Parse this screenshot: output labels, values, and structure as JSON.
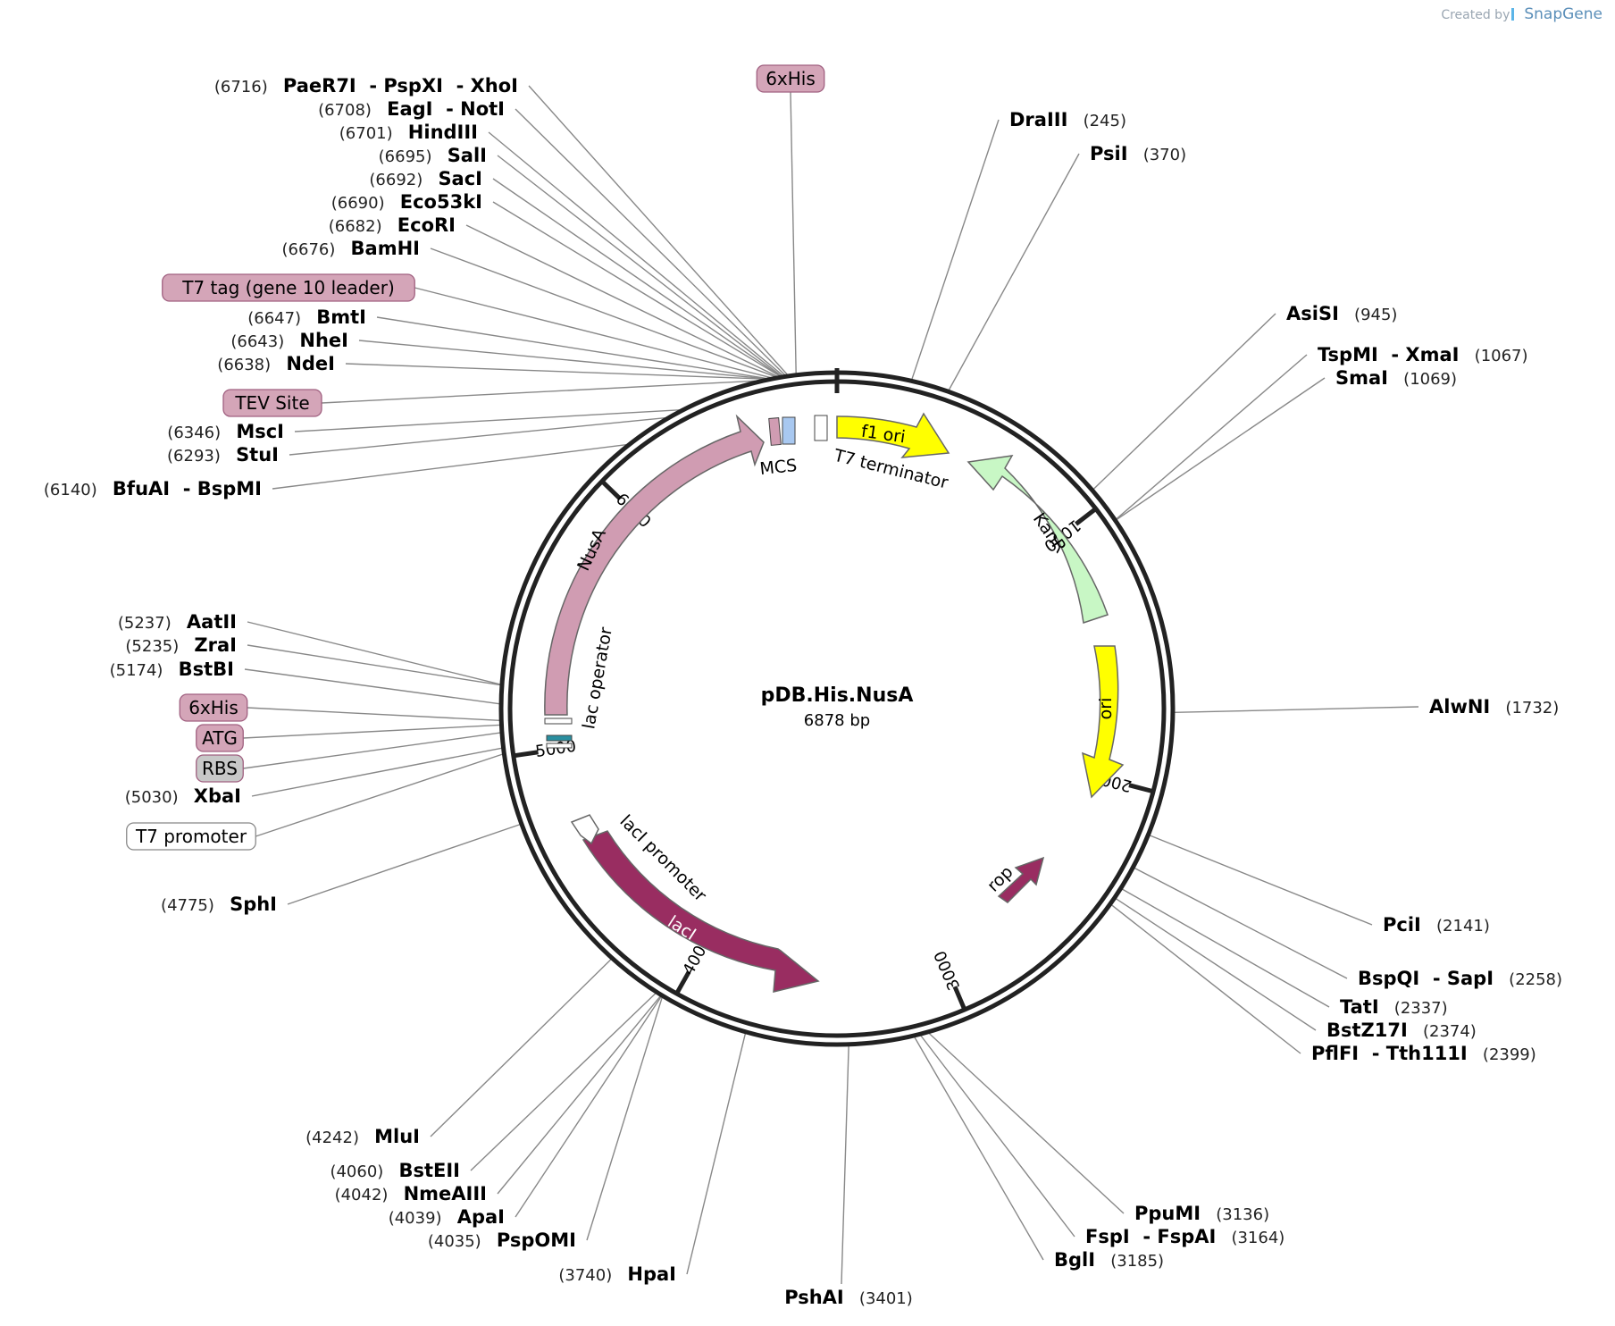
{
  "branding": {
    "created_by": "Created by",
    "product": "SnapGene"
  },
  "plasmid": {
    "name": "pDB.His.NusA",
    "length": "6878 bp",
    "length_bp": 6878
  },
  "ticks": [
    {
      "bp": 1000,
      "label": "1000"
    },
    {
      "bp": 2000,
      "label": "2000"
    },
    {
      "bp": 3000,
      "label": "3000"
    },
    {
      "bp": 4000,
      "label": "4000"
    },
    {
      "bp": 5000,
      "label": "5000"
    },
    {
      "bp": 6000,
      "label": "6000"
    }
  ],
  "sites": [
    {
      "names": [
        "PaeR7I",
        "PspXI",
        "XhoI"
      ],
      "pos": "6716",
      "bp": 6716
    },
    {
      "names": [
        "EagI",
        "NotI"
      ],
      "pos": "6708",
      "bp": 6708
    },
    {
      "names": [
        "HindIII"
      ],
      "pos": "6701",
      "bp": 6701
    },
    {
      "names": [
        "SalI"
      ],
      "pos": "6695",
      "bp": 6695
    },
    {
      "names": [
        "SacI"
      ],
      "pos": "6692",
      "bp": 6692
    },
    {
      "names": [
        "Eco53kI"
      ],
      "pos": "6690",
      "bp": 6690
    },
    {
      "names": [
        "EcoRI"
      ],
      "pos": "6682",
      "bp": 6682
    },
    {
      "names": [
        "BamHI"
      ],
      "pos": "6676",
      "bp": 6676
    },
    {
      "names": [
        "BmtI"
      ],
      "pos": "6647",
      "bp": 6647
    },
    {
      "names": [
        "NheI"
      ],
      "pos": "6643",
      "bp": 6643
    },
    {
      "names": [
        "NdeI"
      ],
      "pos": "6638",
      "bp": 6638
    },
    {
      "names": [
        "MscI"
      ],
      "pos": "6346",
      "bp": 6346
    },
    {
      "names": [
        "StuI"
      ],
      "pos": "6293",
      "bp": 6293
    },
    {
      "names": [
        "BfuAI",
        "BspMI"
      ],
      "pos": "6140",
      "bp": 6140
    },
    {
      "names": [
        "AatII"
      ],
      "pos": "5237",
      "bp": 5237
    },
    {
      "names": [
        "ZraI"
      ],
      "pos": "5235",
      "bp": 5235
    },
    {
      "names": [
        "BstBI"
      ],
      "pos": "5174",
      "bp": 5174
    },
    {
      "names": [
        "XbaI"
      ],
      "pos": "5030",
      "bp": 5030
    },
    {
      "names": [
        "SphI"
      ],
      "pos": "4775",
      "bp": 4775
    },
    {
      "names": [
        "MluI"
      ],
      "pos": "4242",
      "bp": 4242
    },
    {
      "names": [
        "BstEII"
      ],
      "pos": "4060",
      "bp": 4060
    },
    {
      "names": [
        "NmeAIII"
      ],
      "pos": "4042",
      "bp": 4042
    },
    {
      "names": [
        "ApaI"
      ],
      "pos": "4039",
      "bp": 4039
    },
    {
      "names": [
        "PspOMI"
      ],
      "pos": "4035",
      "bp": 4035
    },
    {
      "names": [
        "HpaI"
      ],
      "pos": "3740",
      "bp": 3740
    },
    {
      "names": [
        "PshAI"
      ],
      "pos": "3401",
      "bp": 3401
    },
    {
      "names": [
        "BglI"
      ],
      "pos": "3185",
      "bp": 3185
    },
    {
      "names": [
        "FspI",
        "FspAI"
      ],
      "pos": "3164",
      "bp": 3164
    },
    {
      "names": [
        "PpuMI"
      ],
      "pos": "3136",
      "bp": 3136
    },
    {
      "names": [
        "PflFI",
        "Tth111I"
      ],
      "pos": "2399",
      "bp": 2399
    },
    {
      "names": [
        "BstZ17I"
      ],
      "pos": "2374",
      "bp": 2374
    },
    {
      "names": [
        "TatI"
      ],
      "pos": "2337",
      "bp": 2337
    },
    {
      "names": [
        "BspQI",
        "SapI"
      ],
      "pos": "2258",
      "bp": 2258
    },
    {
      "names": [
        "PciI"
      ],
      "pos": "2141",
      "bp": 2141
    },
    {
      "names": [
        "AlwNI"
      ],
      "pos": "1732",
      "bp": 1732
    },
    {
      "names": [
        "SmaI"
      ],
      "pos": "1069",
      "bp": 1069
    },
    {
      "names": [
        "TspMI",
        "XmaI"
      ],
      "pos": "1067",
      "bp": 1067
    },
    {
      "names": [
        "AsiSI"
      ],
      "pos": "945",
      "bp": 945
    },
    {
      "names": [
        "PsiI"
      ],
      "pos": "370",
      "bp": 370
    },
    {
      "names": [
        "DraIII"
      ],
      "pos": "245",
      "bp": 245
    }
  ],
  "feature_tags": [
    {
      "label": "6xHis",
      "bp": 6745,
      "color": "#d4a5b8"
    },
    {
      "label": "T7 tag (gene 10 leader)",
      "bp": 6660,
      "color": "#d4a5b8"
    },
    {
      "label": "TEV Site",
      "bp": 6610,
      "color": "#d4a5b8"
    },
    {
      "label": "6xHis",
      "bp": 5120,
      "color": "#d4a5b8"
    },
    {
      "label": "ATG",
      "bp": 5105,
      "color": "#d4a5b8"
    },
    {
      "label": "RBS",
      "bp": 5080,
      "color": "#c8c8c8"
    },
    {
      "label": "T7 promoter",
      "bp": 5010,
      "color": "#ffffff"
    }
  ],
  "features": [
    {
      "name": "f1 ori",
      "color": "#ffff00"
    },
    {
      "name": "KanR",
      "color": "#c8f7c5"
    },
    {
      "name": "ori",
      "color": "#ffff00"
    },
    {
      "name": "rop",
      "color": "#992d61"
    },
    {
      "name": "lacI",
      "color": "#992d61"
    },
    {
      "name": "lacI promoter",
      "color": "#ffffff"
    },
    {
      "name": "lac operator",
      "color": "#ffffff"
    },
    {
      "name": "NusA",
      "color": "#d09cb2"
    },
    {
      "name": "MCS",
      "color": "#ffffff"
    },
    {
      "name": "T7 terminator",
      "color": "#ffffff"
    }
  ]
}
